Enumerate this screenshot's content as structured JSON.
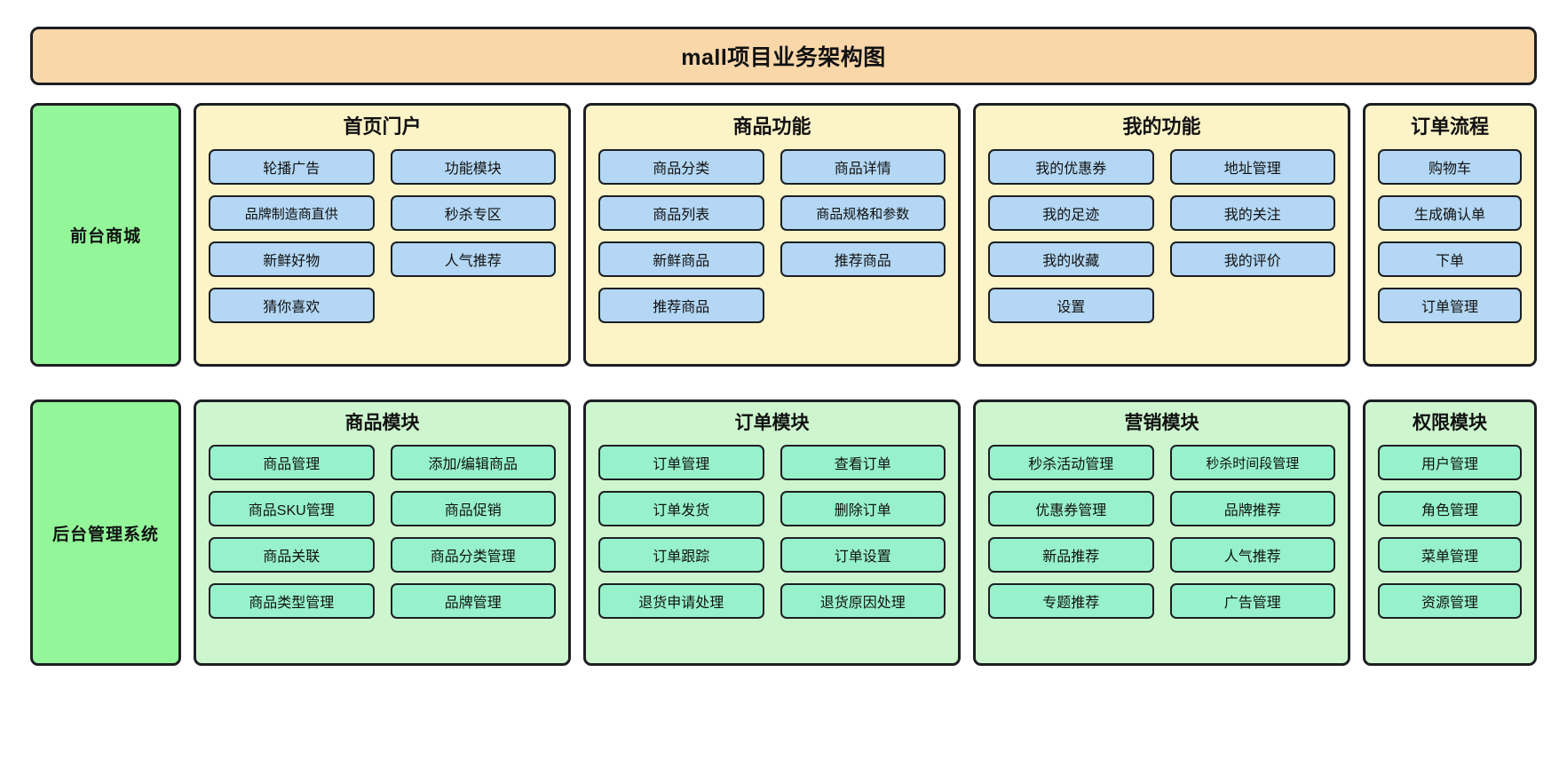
{
  "header": {
    "title": "mall项目业务架构图",
    "bg_color": "#fad7a8"
  },
  "colors": {
    "tier_green": "#93f79a",
    "front_group_bg": "#fcf3c7",
    "front_item_bg": "#b3d7f4",
    "admin_group_bg": "#cdf6ce",
    "admin_item_bg": "#97f2cb",
    "border": "#1d1f24"
  },
  "tiers": [
    {
      "label": "前台商城",
      "groups": [
        {
          "title": "首页门户",
          "columns": 2,
          "items": [
            "轮播广告",
            "功能模块",
            "品牌制造商直供",
            "秒杀专区",
            "新鲜好物",
            "人气推荐",
            "猜你喜欢"
          ]
        },
        {
          "title": "商品功能",
          "columns": 2,
          "items": [
            "商品分类",
            "商品详情",
            "商品列表",
            "商品规格和参数",
            "新鲜商品",
            "推荐商品",
            "推荐商品"
          ]
        },
        {
          "title": "我的功能",
          "columns": 2,
          "items": [
            "我的优惠券",
            "地址管理",
            "我的足迹",
            "我的关注",
            "我的收藏",
            "我的评价",
            "设置"
          ]
        },
        {
          "title": "订单流程",
          "columns": 1,
          "items": [
            "购物车",
            "生成确认单",
            "下单",
            "订单管理"
          ]
        }
      ]
    },
    {
      "label": "后台管理系统",
      "groups": [
        {
          "title": "商品模块",
          "columns": 2,
          "items": [
            "商品管理",
            "添加/编辑商品",
            "商品SKU管理",
            "商品促销",
            "商品关联",
            "商品分类管理",
            "商品类型管理",
            "品牌管理"
          ]
        },
        {
          "title": "订单模块",
          "columns": 2,
          "items": [
            "订单管理",
            "查看订单",
            "订单发货",
            "删除订单",
            "订单跟踪",
            "订单设置",
            "退货申请处理",
            "退货原因处理"
          ]
        },
        {
          "title": "营销模块",
          "columns": 2,
          "items": [
            "秒杀活动管理",
            "秒杀时间段管理",
            "优惠券管理",
            "品牌推荐",
            "新品推荐",
            "人气推荐",
            "专题推荐",
            "广告管理"
          ]
        },
        {
          "title": "权限模块",
          "columns": 1,
          "items": [
            "用户管理",
            "角色管理",
            "菜单管理",
            "资源管理"
          ]
        }
      ]
    }
  ]
}
